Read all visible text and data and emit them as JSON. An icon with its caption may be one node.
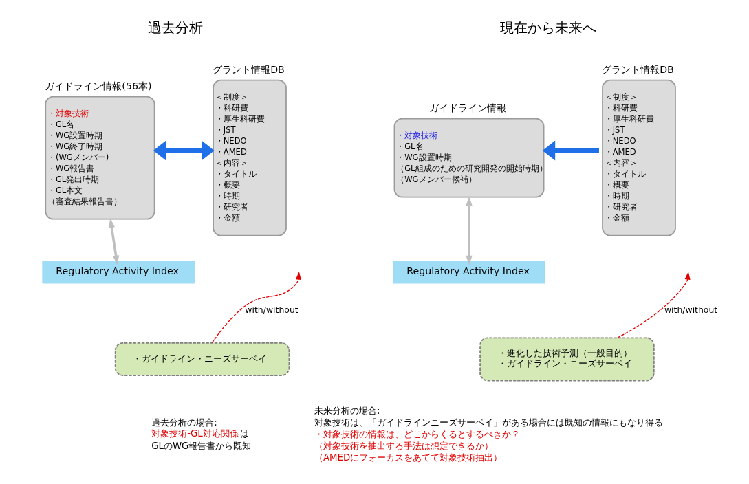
{
  "diagram": {
    "nodes": [
      {
        "text": [
          "グラント情報DB",
          "＜制度＞",
          "・科研費",
          "・厚生科研費",
          "・JST",
          "・NEDO",
          "・AMED",
          "＜内容＞",
          "・タイトル",
          "・概要",
          "・時期",
          "・研究者",
          "・金額"
        ]
      },
      {
        "text": [
          "ガイドライン情報(56本)",
          "・対象技術",
          "・GL名",
          "・WG設置時期",
          "・WG終了時期",
          "・(WGメンバー)",
          "・WG報告書",
          "・GL発出時期",
          "・GL本文",
          "（審査結果報告書）"
        ]
      },
      {
        "text": [
          "Regulatory Activity Index"
        ]
      },
      {
        "text": [
          "・ガイドライン・ニーズサーベイ"
        ]
      },
      {
        "text": [
          "グラント情報DB",
          "＜制度＞",
          "・科研費",
          "・厚生科研費",
          "・JST",
          "・NEDO",
          "・AMED",
          "＜内容＞",
          "・タイトル",
          "・概要",
          "・時期",
          "・研究者",
          "・金額"
        ]
      },
      {
        "text": [
          "ガイドライン情報",
          "・対象技術",
          "・GL名",
          "・WG設置時期",
          "（GL組成のための研究開発の開始時期）",
          "（WGメンバー候補）"
        ]
      },
      {
        "text": [
          "Regulatory Activity Index"
        ]
      },
      {
        "text": [
          "・進化した技術予測（一般目的）",
          "・ガイドライン・ニーズサーベイ"
        ]
      }
    ],
    "edges": [
      {
        "from": 0,
        "to": 1,
        "arrow": "both",
        "style": "thick",
        "color": "#1f6fe8"
      },
      {
        "from": 1,
        "to": 2,
        "arrow": "both",
        "color": "#bfbfbf"
      },
      {
        "from": 3,
        "to": null,
        "arrow": "to",
        "style": "dashed",
        "color": "#e00000",
        "label": "with/without"
      },
      {
        "from": 4,
        "to": 5,
        "arrow": "to",
        "style": "thick",
        "color": "#1f6fe8"
      },
      {
        "from": 5,
        "to": 6,
        "arrow": "both",
        "color": "#bfbfbf"
      },
      {
        "from": 7,
        "to": null,
        "arrow": "to",
        "style": "dashed",
        "color": "#e00000",
        "label": "with/without"
      }
    ],
    "labels": [
      "過去分析",
      "現在から未来へ",
      "過去分析の場合:",
      "対象技術-GL対応関係",
      "は",
      "GLのWG報告書から既知",
      "未来分析の場合:",
      "対象技術は、「ガイドラインニーズサーベイ」がある場合には既知の情報にもなり得る",
      "・対象技術の情報は、どこからくるとするべきか？",
      "（対象技術を抽出する手法は想定できるか）",
      "（AMEDにフォーカスをあてて対象技術抽出）"
    ]
  }
}
